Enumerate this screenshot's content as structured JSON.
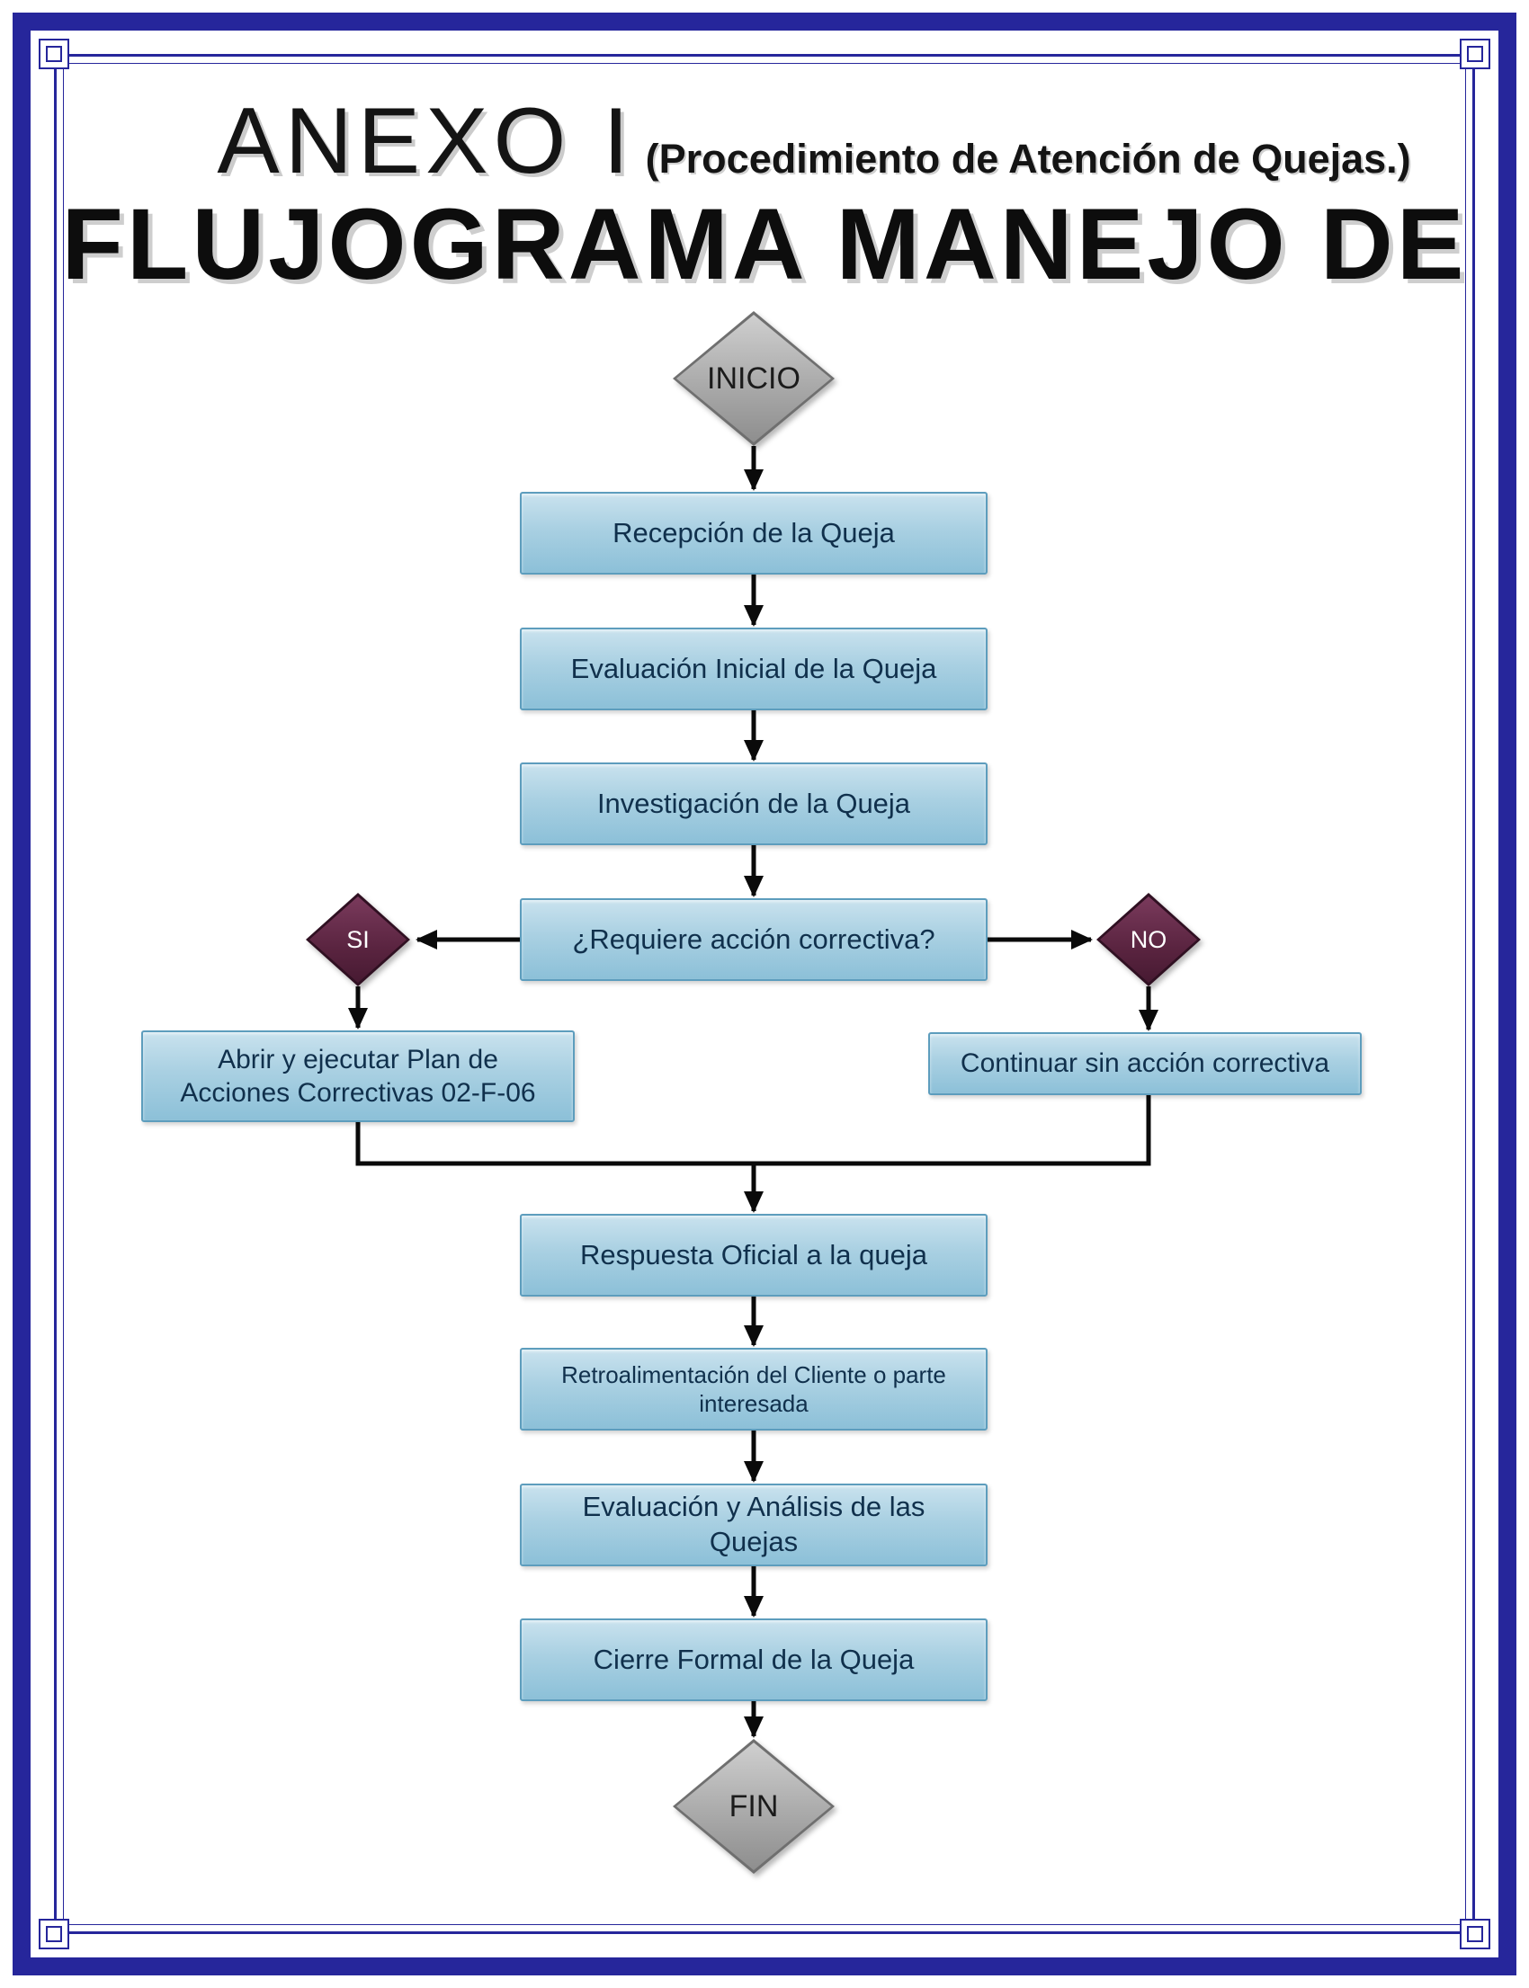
{
  "title": {
    "line1_main": "ANEXO I",
    "line1_sub": "(Procedimiento de Atención de Quejas.)",
    "line2": "FLUJOGRAMA MANEJO DE"
  },
  "flowchart": {
    "start_label": "INICIO",
    "end_label": "FIN",
    "branch_yes_label": "SI",
    "branch_no_label": "NO",
    "nodes": {
      "recepcion": "Recepción de la Queja",
      "evaluacion_inicial": "Evaluación Inicial de la Queja",
      "investigacion": "Investigación de la Queja",
      "decision": "¿Requiere acción correctiva?",
      "plan_correctivas": "Abrir y ejecutar Plan de Acciones Correctivas 02-F-06",
      "continuar": "Continuar sin acción correctiva",
      "respuesta": "Respuesta Oficial a la queja",
      "retroalimentacion": "Retroalimentación del Cliente o parte interesada",
      "evaluacion_analisis": "Evaluación y Análisis de las Quejas",
      "cierre": "Cierre Formal de la Queja"
    }
  },
  "colors": {
    "border_navy": "#26269b",
    "process_box_fill_top": "#c9e2ee",
    "process_box_fill_bottom": "#8cc0d8",
    "process_box_border": "#5d9dbd",
    "process_text": "#10304c",
    "terminal_fill": "#aaaaaa",
    "decision_diamond_fill": "#5a2440",
    "arrow_color": "#0a0a0a"
  }
}
